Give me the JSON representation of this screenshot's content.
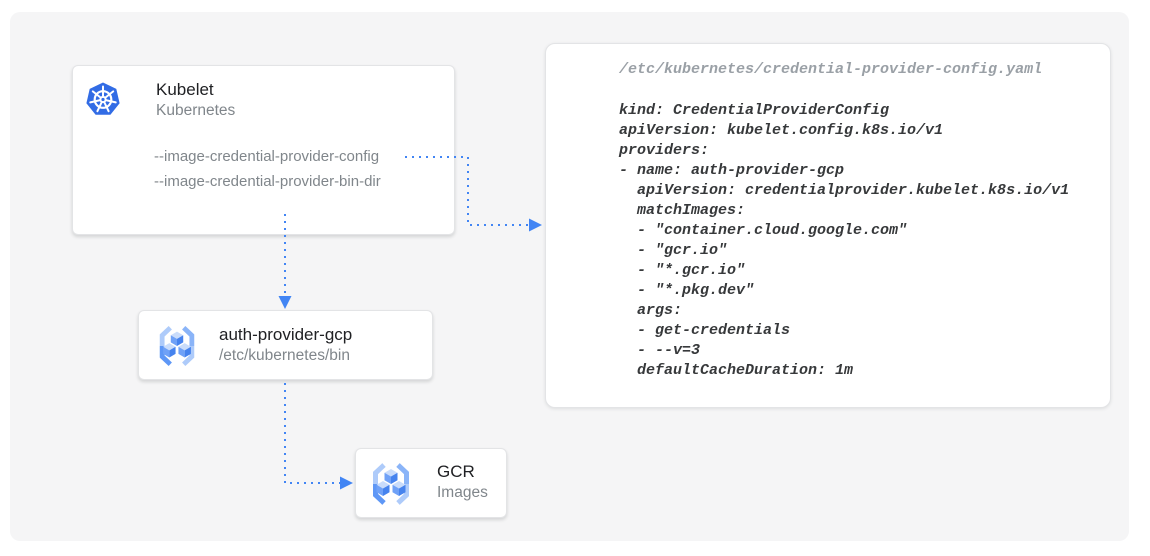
{
  "kubelet_card": {
    "title": "Kubelet",
    "subtitle": "Kubernetes",
    "flags": [
      "--image-credential-provider-config",
      "--image-credential-provider-bin-dir"
    ]
  },
  "auth_provider_card": {
    "title": "auth-provider-gcp",
    "subtitle": "/etc/kubernetes/bin"
  },
  "gcr_card": {
    "title": "GCR",
    "subtitle": "Images"
  },
  "code_panel": {
    "header": "/etc/kubernetes/credential-provider-config.yaml",
    "lines": [
      "kind: CredentialProviderConfig",
      "apiVersion: kubelet.config.k8s.io/v1",
      "providers:",
      "- name: auth-provider-gcp",
      "  apiVersion: credentialprovider.kubelet.k8s.io/v1",
      "  matchImages:",
      "  - \"container.cloud.google.com\"",
      "  - \"gcr.io\"",
      "  - \"*.gcr.io\"",
      "  - \"*.pkg.dev\"",
      "  args:",
      "  - get-credentials",
      "  - --v=3",
      "  defaultCacheDuration: 1m"
    ]
  },
  "icons": {
    "kubernetes": "kubernetes-helm-wheel",
    "gcr": "container-registry-brackets-cubes"
  },
  "colors": {
    "accent_blue": "#4285f4",
    "kubernetes_blue": "#326ce5",
    "icon_light_blue": "#aecbfa",
    "icon_medium_blue": "#5e97f6",
    "canvas_background": "#f5f5f6",
    "card_background": "#ffffff",
    "title_text": "#202124",
    "secondary_text": "#80868b",
    "code_header_text": "#9aa0a6",
    "code_text": "#37393b"
  }
}
